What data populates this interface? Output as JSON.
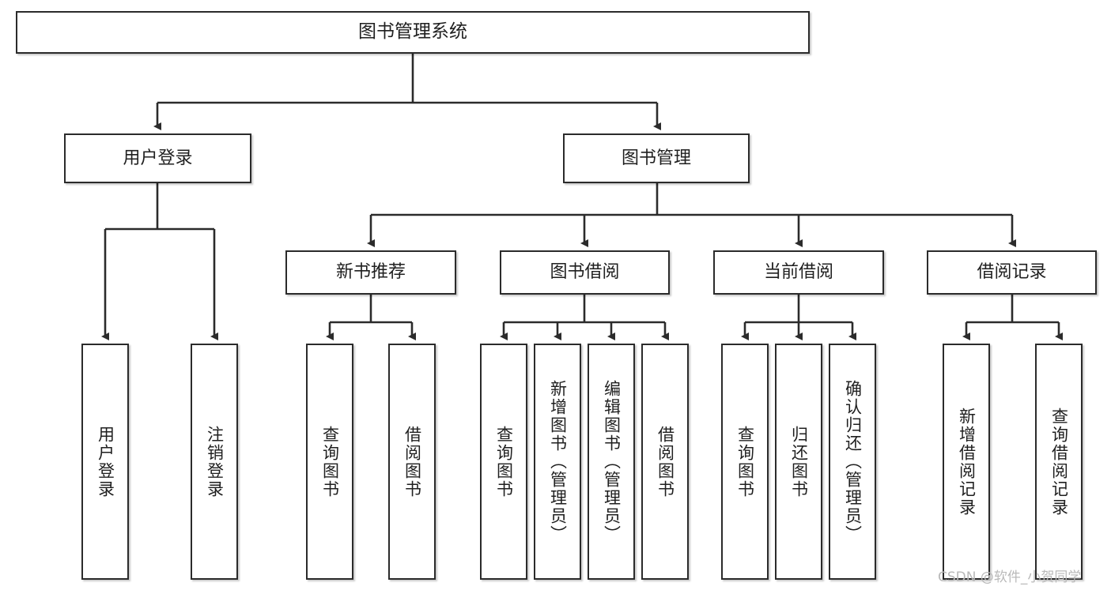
{
  "diagram": {
    "title": "图书管理系统",
    "type": "tree",
    "colors": {
      "box_border": "#2b2b2b",
      "box_fill": "#ffffff",
      "edge": "#2b2b2b",
      "text": "#1f1f1f",
      "watermark": "#b9b9b9",
      "background": "#ffffff"
    },
    "nodes": {
      "root": {
        "label": "图书管理系统"
      },
      "level2": [
        {
          "id": "user-login",
          "label": "用户登录"
        },
        {
          "id": "book-management",
          "label": "图书管理"
        }
      ],
      "level3": [
        {
          "id": "new-book-recommend",
          "label": "新书推荐"
        },
        {
          "id": "book-borrow",
          "label": "图书借阅"
        },
        {
          "id": "current-borrow",
          "label": "当前借阅"
        },
        {
          "id": "borrow-record",
          "label": "借阅记录"
        }
      ],
      "leaves": {
        "user_login": [
          {
            "id": "leaf-user-login",
            "label": "用户登录"
          },
          {
            "id": "leaf-logout-login",
            "label": "注销登录"
          }
        ],
        "new_book_recommend": [
          {
            "id": "leaf-query-book-1",
            "label": "查询图书"
          },
          {
            "id": "leaf-borrow-book-1",
            "label": "借阅图书"
          }
        ],
        "book_borrow": [
          {
            "id": "leaf-query-book-2",
            "label": "查询图书"
          },
          {
            "id": "leaf-add-book",
            "label": "新增图书（管理员）"
          },
          {
            "id": "leaf-edit-book",
            "label": "编辑图书（管理员）"
          },
          {
            "id": "leaf-borrow-book-2",
            "label": "借阅图书"
          }
        ],
        "current_borrow": [
          {
            "id": "leaf-query-book-3",
            "label": "查询图书"
          },
          {
            "id": "leaf-return-book",
            "label": "归还图书"
          },
          {
            "id": "leaf-confirm-return",
            "label": "确认归还（管理员）"
          }
        ],
        "borrow_record": [
          {
            "id": "leaf-add-record",
            "label": "新增借阅记录"
          },
          {
            "id": "leaf-query-record",
            "label": "查询借阅记录"
          }
        ]
      }
    }
  },
  "watermark": {
    "text": "CSDN @软件_小贺同学"
  }
}
